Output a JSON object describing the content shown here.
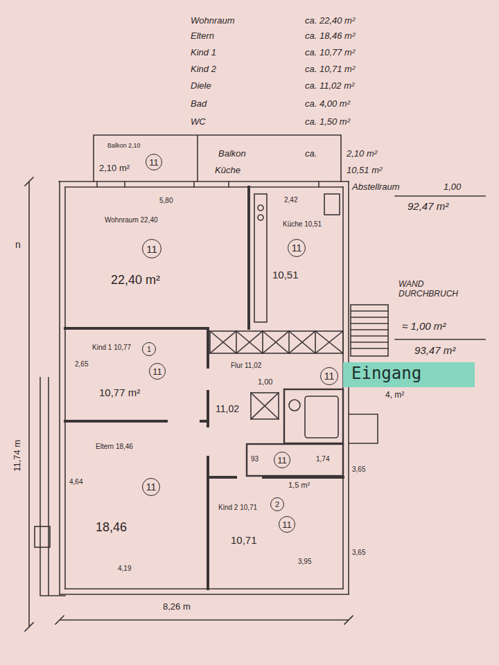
{
  "diagram": {
    "nodes": [
      {
        "text": [
          "Balkon 2,10",
          "2,10 m²"
        ]
      },
      {
        "text": [
          "Wohnraum 22,40",
          "22,40 m²"
        ]
      },
      {
        "text": [
          "Küche 10,51",
          "10,51"
        ]
      },
      {
        "text": [
          "Kind 1 10,77",
          "10,77 m²"
        ]
      },
      {
        "text": [
          "Flur 11,02",
          "11,02"
        ]
      },
      {
        "text": [
          "Eingang"
        ]
      },
      {
        "text": [
          "Eltern 18,46",
          "18,46"
        ]
      },
      {
        "text": [
          "93",
          "1,74",
          "1,5 m²"
        ]
      },
      {
        "text": [
          "Kind 2 10,71",
          "10,71"
        ]
      }
    ],
    "labels": [
      "Wohnraum",
      "ca. 22,40 m²",
      "Eltern",
      "ca. 18,46 m²",
      "Kind 1",
      "ca. 10,77 m²",
      "Kind 2",
      "ca. 10,71 m²",
      "Diele",
      "ca. 11,02 m²",
      "Bad",
      "ca. 4,00 m²",
      "WC",
      "ca. 1,50 m²",
      "Balkon",
      "ca.",
      "2,10 m²",
      "Küche",
      "10,51 m²",
      "Abstellraum",
      "1,00",
      "92,47 m²",
      "WAND DURCHBRUCH",
      "≈ 1,00 m²",
      "93,47 m²",
      "4, m²",
      "11",
      "11",
      "11",
      "1",
      "11",
      "11",
      "1,00",
      "11",
      "11",
      "2",
      "11",
      "5,80",
      "2,42",
      "2,65",
      "4,64",
      "4,19",
      "3,95",
      "3,65",
      "3,65",
      "11,74 m",
      "8,26 m",
      "n"
    ]
  }
}
